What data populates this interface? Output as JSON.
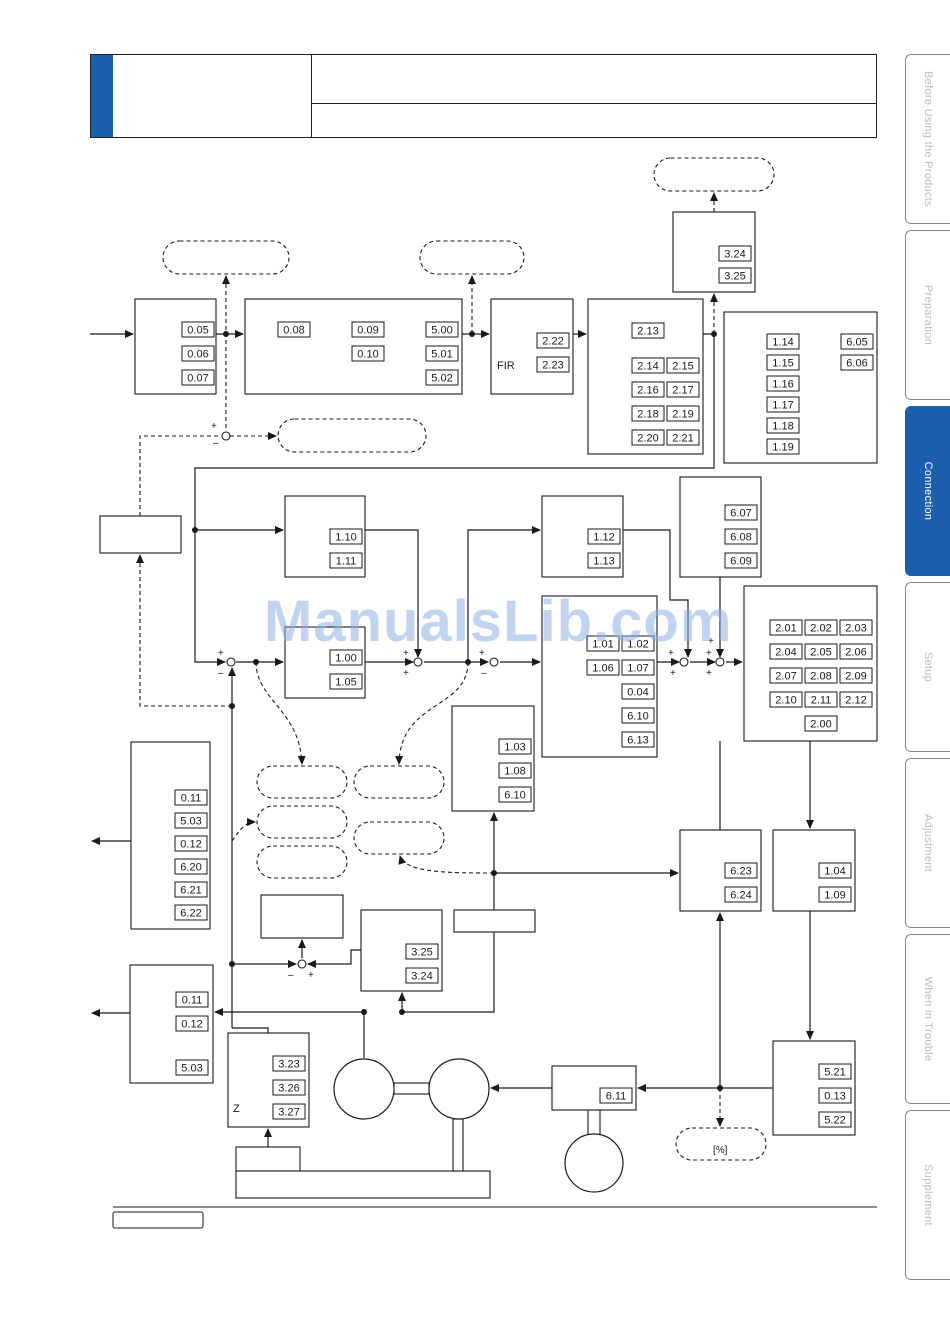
{
  "side_tabs": [
    {
      "label": "Before Using the Products",
      "active": false
    },
    {
      "label": "Preparation",
      "active": false
    },
    {
      "label": "Connection",
      "active": true
    },
    {
      "label": "Setup",
      "active": false
    },
    {
      "label": "Adjustment",
      "active": false
    },
    {
      "label": "When in Trouble",
      "active": false
    },
    {
      "label": "Supplement",
      "active": false
    }
  ],
  "watermark": "ManualsLib.com",
  "colors": {
    "accent": "#1b5fae",
    "line": "#1a1a1a"
  },
  "diagram": {
    "blocks": {
      "input_block": [
        "0.05",
        "0.06",
        "0.07"
      ],
      "position_cmd": [
        "0.08",
        "0.09",
        "0.10",
        "5.00",
        "5.01",
        "5.02"
      ],
      "fir_filter": {
        "label": "FIR",
        "params": [
          "2.22",
          "2.23"
        ]
      },
      "damping": [
        "2.13",
        "2.14",
        "2.15",
        "2.16",
        "2.17",
        "2.18",
        "2.19",
        "2.20",
        "2.21"
      ],
      "top_right": [
        "3.24",
        "3.25"
      ],
      "gain_switch": [
        "1.14",
        "6.05",
        "1.15",
        "6.06",
        "1.16",
        "1.17",
        "1.18",
        "1.19"
      ],
      "pos_gain": [
        "1.10",
        "1.11"
      ],
      "vel_ff": [
        "1.12",
        "1.13"
      ],
      "torque_ff": [
        "6.07",
        "6.08",
        "6.09"
      ],
      "pos_loop": [
        "1.00",
        "1.05"
      ],
      "vel_loop": [
        "1.01",
        "1.02",
        "1.06",
        "1.07",
        "0.04",
        "6.10",
        "6.13"
      ],
      "notch": [
        "2.01",
        "2.02",
        "2.03",
        "2.04",
        "2.05",
        "2.06",
        "2.07",
        "2.08",
        "2.09",
        "2.10",
        "2.11",
        "2.12",
        "2.00"
      ],
      "speed_detect": [
        "1.03",
        "1.08",
        "6.10"
      ],
      "monitor_left": [
        "0.11",
        "5.03",
        "0.12",
        "6.20",
        "6.21",
        "6.22"
      ],
      "disturbance": [
        "6.23",
        "6.24"
      ],
      "torque_filter": [
        "1.04",
        "1.09"
      ],
      "encoder_ext": [
        "3.25",
        "3.24"
      ],
      "output_left": [
        "0.11",
        "0.12",
        "5.03"
      ],
      "ext_scale": {
        "label": "Z",
        "params": [
          "3.23",
          "3.26",
          "3.27"
        ]
      },
      "current": [
        "6.11"
      ],
      "torque_limit": [
        "5.21",
        "0.13",
        "5.22"
      ]
    },
    "torque_monitor_label": "[%]",
    "signs": {
      "plus": "+",
      "minus": "–"
    }
  }
}
